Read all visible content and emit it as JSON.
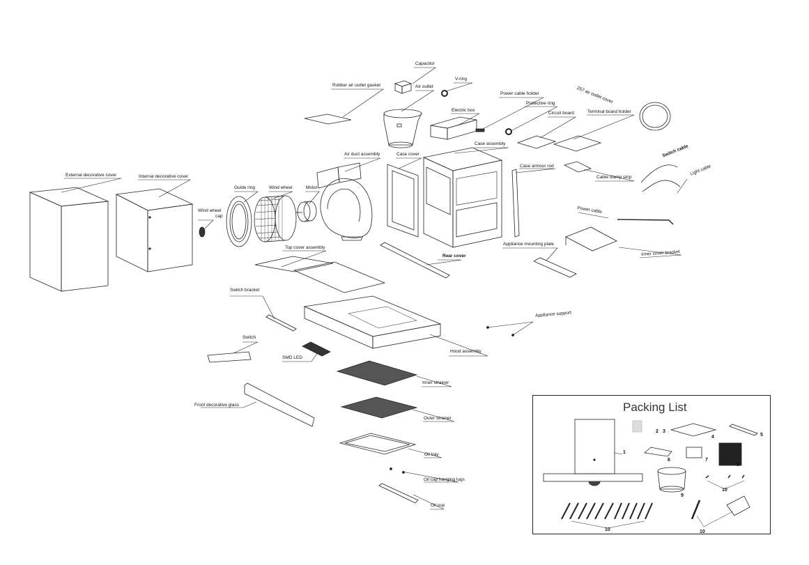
{
  "labels": {
    "capacitor": "Capacitor",
    "v_ring": "V-ring",
    "rubber_gasket": "Rubber air outlet gasket",
    "air_outlet": "Air outlet",
    "power_cable_holder": "Power cable holder",
    "air_outlet_cover": "257 air outlet cover",
    "protective_ring": "Protective ring",
    "electric_box": "Electric box",
    "circuit_board": "Circuit board",
    "terminal_board_holder": "Terminal board holder",
    "case_assembly": "Case assembly",
    "air_duct_assembly": "Air duct assembly",
    "case_cover": "Case cover",
    "case_armour_rod": "Case armour rod",
    "switch_cable": "Switch cable",
    "light_cable": "Light cable",
    "cable_clamp_strip": "Cable clamp strip",
    "external_cover": "External decorative cover",
    "internal_cover": "Internal decorative cover",
    "guide_ring": "Guide ring",
    "wind_wheel": "Wind wheel",
    "motor": "Motor",
    "wind_wheel_cap_1": "Wind wheel",
    "wind_wheel_cap_2": "cap",
    "power_cable": "Power cable",
    "inner_cover_bracket": "Inner cover bracket",
    "appliance_mounting_plate": "Appliance mounting plate",
    "top_cover_assembly": "Top cover assembly",
    "rear_cover": "Rear cover",
    "switch_bracket": "Switch bracket",
    "appliance_support": "Appliance support",
    "switch": "Switch",
    "hood_assembly": "Hood assembly",
    "smd_led": "SMD LED",
    "inner_strainer": "Inner strainer",
    "front_glass": "Front decorative glass",
    "outer_strainer": "Outer strainer",
    "oil_tray": "Oil tray",
    "oil_cap_lugs": "Oil cap hanging lugs",
    "oil_cup": "Oil cup"
  },
  "packing": {
    "title": "Packing List",
    "n1": "1",
    "n2": "2",
    "n3": "3",
    "n4": "4",
    "n5": "5",
    "n6": "6",
    "n7": "7",
    "n8": "8",
    "n9": "9",
    "n10a": "10",
    "n10b": "10",
    "n10c": "10"
  }
}
